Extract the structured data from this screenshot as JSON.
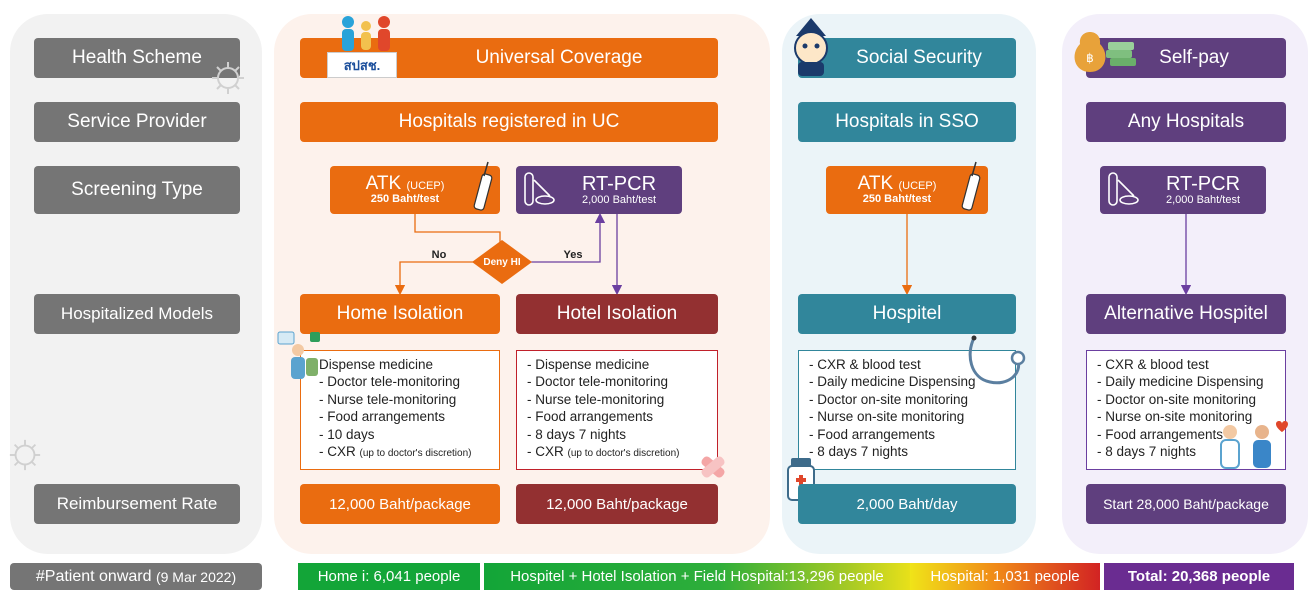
{
  "rows": {
    "health_scheme": "Health Scheme",
    "service_provider": "Service Provider",
    "screening_type": "Screening Type",
    "hospitalized_models": "Hospitalized Models",
    "reimbursement_rate": "Reimbursement Rate",
    "patient_onward": "#Patient onward",
    "patient_onward_date": "(9 Mar 2022)"
  },
  "uc": {
    "scheme": "Universal Coverage",
    "logo_text": "สปสช.",
    "provider": "Hospitals registered in UC",
    "atk": {
      "name": "ATK",
      "sub": "(UCEP)",
      "price": "250 Baht/test"
    },
    "rtpcr": {
      "name": "RT-PCR",
      "price": "2,000 Baht/test"
    },
    "decision": "Deny HI",
    "no_label": "No",
    "yes_label": "Yes",
    "home": {
      "title": "Home Isolation",
      "items": [
        "Dispense medicine",
        "- Doctor tele-monitoring",
        "- Nurse tele-monitoring",
        "- Food arrangements",
        "- 10 days",
        "- CXR"
      ],
      "cxr_note": "(up to doctor's discretion)",
      "rate": "12,000 Baht/package"
    },
    "hotel": {
      "title": "Hotel Isolation",
      "items": [
        "- Dispense medicine",
        "- Doctor tele-monitoring",
        "- Nurse tele-monitoring",
        "- Food arrangements",
        "- 8 days 7 nights",
        "- CXR"
      ],
      "cxr_note": "(up to doctor's discretion)",
      "rate": "12,000 Baht/package"
    }
  },
  "sso": {
    "scheme": "Social Security",
    "provider": "Hospitals in SSO",
    "atk": {
      "name": "ATK",
      "sub": "(UCEP)",
      "price": "250 Baht/test"
    },
    "model": "Hospitel",
    "items": [
      "- CXR & blood test",
      "- Daily medicine Dispensing",
      "- Doctor on-site monitoring",
      "- Nurse on-site monitoring",
      "- Food arrangements",
      "- 8 days 7 nights"
    ],
    "rate": "2,000 Baht/day"
  },
  "self": {
    "scheme": "Self-pay",
    "provider": "Any Hospitals",
    "rtpcr": {
      "name": "RT-PCR",
      "price": "2,000 Baht/test"
    },
    "model": "Alternative Hospitel",
    "items": [
      "- CXR & blood test",
      "- Daily medicine Dispensing",
      "- Doctor on-site monitoring",
      "- Nurse on-site monitoring",
      "- Food arrangements",
      "- 8 days 7 nights"
    ],
    "rate": "Start 28,000 Baht/package"
  },
  "patients": {
    "home": "Home i: 6,041 people",
    "hospitel": "Hospitel + Hotel Isolation + Field Hospital:13,296 people",
    "hospital": "Hospital: 1,031 people",
    "total": "Total: 20,368 people"
  },
  "colors": {
    "orange": "#ea6c10",
    "teal": "#31869b",
    "purple": "#5f3f7e",
    "maroon": "#933031",
    "gray": "#757575"
  },
  "icons": [
    "clipboard-icon",
    "test-tube-icon",
    "atk-test-kit-icon",
    "stethoscope-icon",
    "medicine-bottle-icon",
    "virus-icon",
    "doctor-icon",
    "bandage-icon",
    "money-bag-icon",
    "mascot-icon",
    "family-icon"
  ]
}
